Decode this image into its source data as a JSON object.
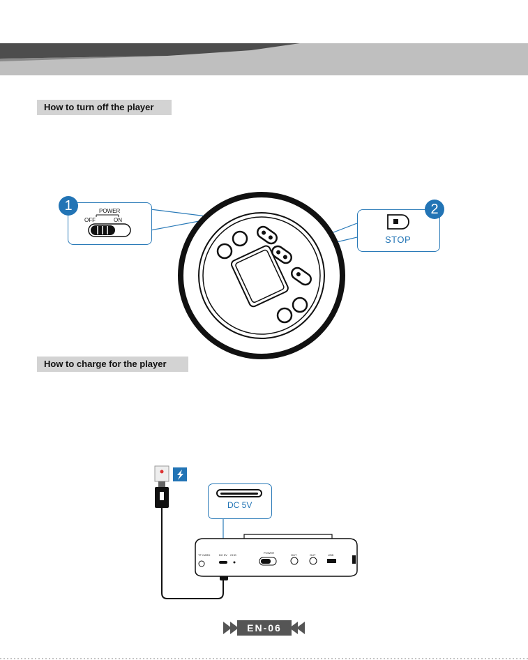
{
  "sections": {
    "turn_off_heading": "How to turn off the player",
    "charge_heading": "How to charge for the player"
  },
  "callouts": {
    "step1_number": "1",
    "step2_number": "2",
    "power_title": "POWER",
    "power_off": "OFF",
    "power_on": "ON",
    "stop_label": "STOP",
    "dc_label": "DC 5V"
  },
  "side_panel": {
    "tf_label": "TF CARD",
    "dc_label": "DC 5V",
    "charge_label": "CHG",
    "power_label": "POWER",
    "out1_label": "OUT",
    "out2_label": "OUT",
    "usb_label": "USB"
  },
  "footer": {
    "page_label": "EN-06"
  },
  "colors": {
    "accent_blue": "#2274b5",
    "header_gray": "#6e6e6e",
    "label_gray": "#d3d3d3"
  }
}
